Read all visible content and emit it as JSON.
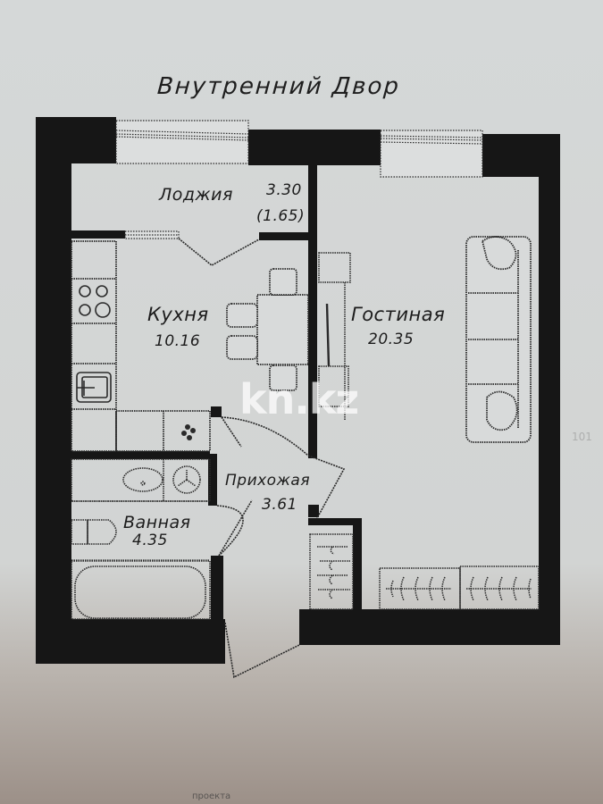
{
  "plan": {
    "title": "Внутренний Двор",
    "watermark": "kn.kz",
    "rooms": [
      {
        "id": "loggia",
        "name": "Лоджия",
        "area": "3.30",
        "area_adjusted": "(1.65)"
      },
      {
        "id": "kitchen",
        "name": "Кухня",
        "area": "10.16"
      },
      {
        "id": "living",
        "name": "Гостиная",
        "area": "20.35"
      },
      {
        "id": "hallway",
        "name": "Прихожая",
        "area": "3.61"
      },
      {
        "id": "bathroom",
        "name": "Ванная",
        "area": "4.35"
      }
    ],
    "faint_text": {
      "bottom": "проекта",
      "right_edge": "101"
    }
  },
  "colors": {
    "wall": "#161616",
    "paper": "#d5d8d8",
    "line": "#2a2a2a",
    "shadow": "#9c9088"
  }
}
